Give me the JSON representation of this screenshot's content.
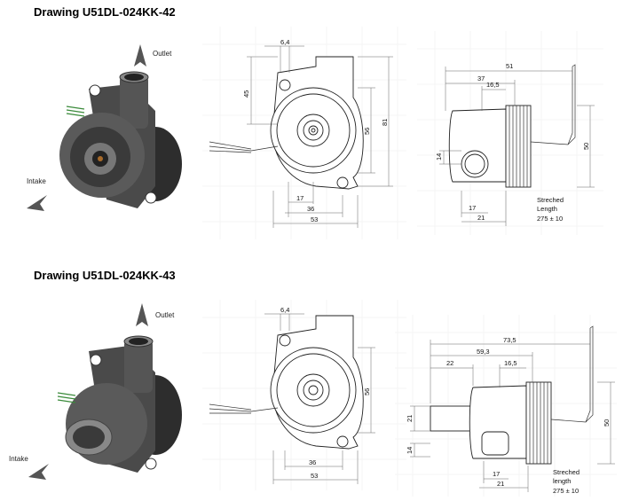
{
  "drawings": [
    {
      "title": "Drawing U51DL-024KK-42",
      "photo": {
        "outlet_label": "Outlet",
        "intake_label": "Intake"
      },
      "front": {
        "d64": "6,4",
        "d45": "45",
        "d81": "81",
        "d56": "56",
        "d17": "17",
        "d36": "36",
        "d53": "53"
      },
      "side": {
        "d51": "51",
        "d37": "37",
        "d165": "16,5",
        "d14": "14",
        "d50": "50",
        "d17": "17",
        "d21": "21",
        "note1": "Streched",
        "note2": "Length",
        "note3": "275 ± 10"
      }
    },
    {
      "title": "Drawing U51DL-024KK-43",
      "photo": {
        "outlet_label": "Outlet",
        "intake_label": "Intake"
      },
      "front": {
        "d64": "6,4",
        "d56": "56",
        "d36": "36",
        "d53": "53"
      },
      "side": {
        "d735": "73,5",
        "d593": "59,3",
        "d22": "22",
        "d165": "16,5",
        "d21v": "21",
        "d14": "14",
        "d50": "50",
        "d17": "17",
        "d21": "21",
        "note1": "Streched",
        "note2": "length",
        "note3": "275 ± 10"
      }
    }
  ]
}
